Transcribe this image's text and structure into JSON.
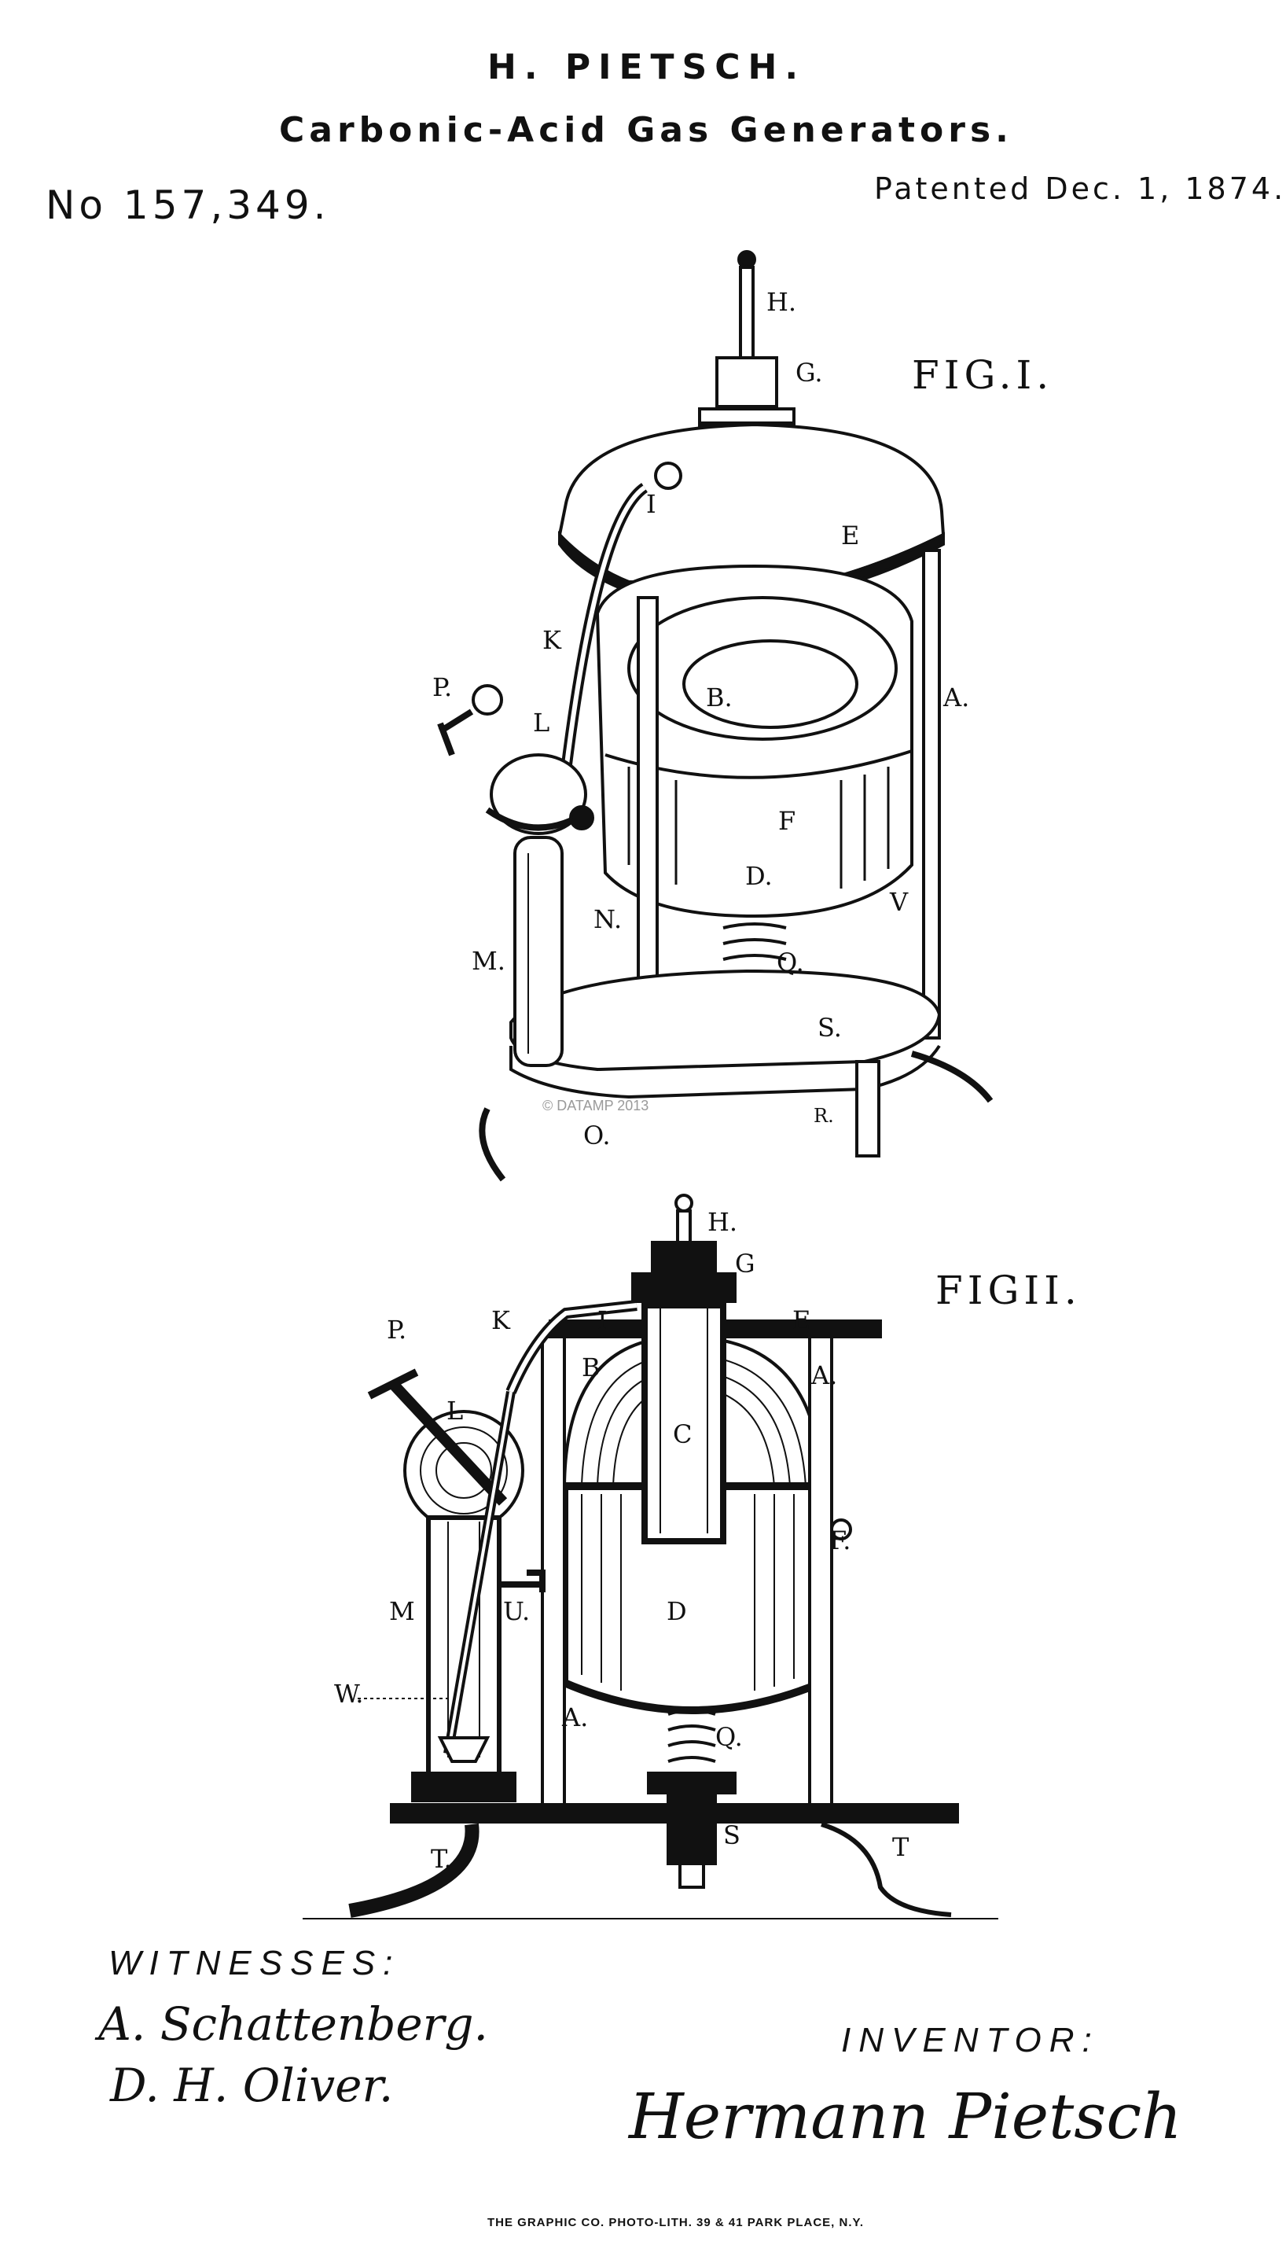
{
  "header": {
    "inventor": "H. PIETSCH.",
    "title": "Carbonic-Acid Gas Generators.",
    "number": "No 157,349.",
    "date": "Patented Dec. 1, 1874."
  },
  "figures": {
    "fig1": {
      "title": "FIG.I.",
      "labels": {
        "H": "H.",
        "G": "G.",
        "I": "I",
        "E": "E",
        "K": "K",
        "P": "P.",
        "L": "L",
        "B": "B.",
        "A": "A.",
        "F": "F",
        "D": "D.",
        "N": "N.",
        "V": "V",
        "M": "M.",
        "Q": "Q.",
        "S": "S.",
        "O": "O.",
        "R": "R."
      }
    },
    "fig2": {
      "title": "FIGII.",
      "labels": {
        "H": "H.",
        "G": "G",
        "K": "K",
        "I": "I",
        "E": "E",
        "P": "P.",
        "B": "B",
        "A_top": "A.",
        "L": "L",
        "C": "C",
        "F": "F.",
        "M": "M",
        "U": "U.",
        "D": "D",
        "W": "W.",
        "A_low": "A.",
        "Q": "Q.",
        "S": "S",
        "T_left": "T.",
        "T_right": "T"
      }
    }
  },
  "footer": {
    "witnesses_label": "WITNESSES:",
    "witness_1": "A. Schattenberg.",
    "witness_2": "D. H. Oliver.",
    "inventor_label": "INVENTOR:",
    "inventor_signature": "Hermann Pietsch",
    "printer": "THE GRAPHIC CO. PHOTO-LITH. 39 & 41 PARK PLACE, N.Y.",
    "watermark": "© DATAMP 2013"
  },
  "colors": {
    "ink": "#111111",
    "paper": "#ffffff",
    "watermark": "#9a9a9a"
  }
}
